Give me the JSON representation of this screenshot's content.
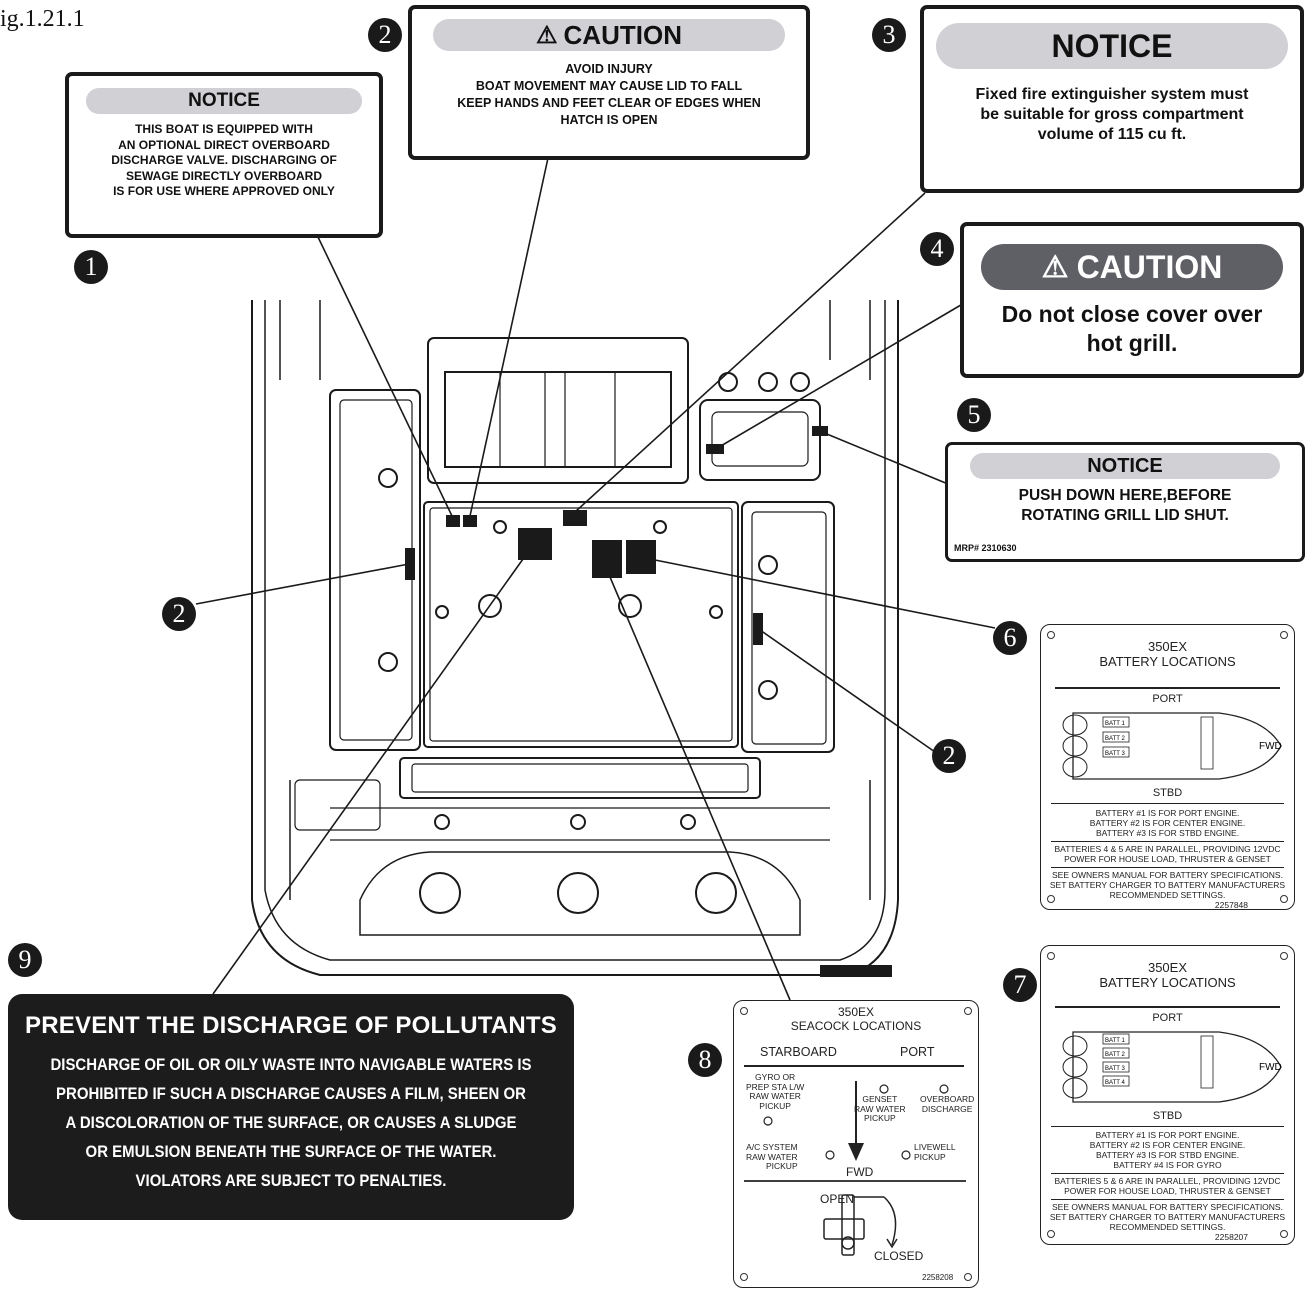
{
  "figure_label": "ig.1.21.1",
  "callouts": [
    "1",
    "2",
    "3",
    "4",
    "5",
    "6",
    "7",
    "8",
    "9",
    "2",
    "2"
  ],
  "decal1": {
    "header": "NOTICE",
    "body": "THIS BOAT IS EQUIPPED WITH\nAN OPTIONAL DIRECT OVERBOARD\nDISCHARGE VALVE. DISCHARGING OF\nSEWAGE DIRECTLY OVERBOARD\nIS FOR USE WHERE APPROVED ONLY"
  },
  "decal2": {
    "header": "CAUTION",
    "body": "AVOID INJURY\nBOAT MOVEMENT MAY CAUSE LID TO FALL\nKEEP HANDS AND FEET CLEAR OF EDGES WHEN\nHATCH IS OPEN"
  },
  "decal3": {
    "header": "NOTICE",
    "body": "Fixed fire extinguisher system must\nbe suitable for gross compartment\nvolume of 115 cu ft."
  },
  "decal4": {
    "header": "CAUTION",
    "body": "Do not close cover over\nhot grill."
  },
  "decal5": {
    "header": "NOTICE",
    "body": "PUSH DOWN HERE,BEFORE\nROTATING GRILL LID SHUT.",
    "part": "MRP# 2310630"
  },
  "decal9": {
    "title": "PREVENT THE DISCHARGE OF POLLUTANTS",
    "body": "DISCHARGE OF OIL OR OILY WASTE INTO NAVIGABLE WATERS IS\nPROHIBITED IF SUCH A DISCHARGE CAUSES A FILM, SHEEN OR\nA DISCOLORATION OF THE SURFACE, OR CAUSES A SLUDGE\nOR EMULSION BENEATH THE SURFACE OF THE WATER.\nVIOLATORS ARE SUBJECT TO PENALTIES."
  },
  "plate6": {
    "model": "350EX",
    "title": "BATTERY LOCATIONS",
    "port": "PORT",
    "stbd": "STBD",
    "fwd": "FWD",
    "batts": [
      "BATT 1",
      "BATT 2",
      "BATT 3"
    ],
    "lines1": "BATTERY #1 IS FOR PORT ENGINE.\nBATTERY #2 IS FOR CENTER ENGINE.\nBATTERY #3 IS FOR STBD ENGINE.",
    "lines2": "BATTERIES 4 & 5 ARE IN PARALLEL, PROVIDING 12VDC\nPOWER FOR HOUSE LOAD, THRUSTER & GENSET",
    "lines3": "SEE OWNERS MANUAL FOR BATTERY SPECIFICATIONS.\nSET BATTERY CHARGER TO BATTERY MANUFACTURERS\nRECOMMENDED SETTINGS.",
    "part": "2257848"
  },
  "plate7": {
    "model": "350EX",
    "title": "BATTERY LOCATIONS",
    "port": "PORT",
    "stbd": "STBD",
    "fwd": "FWD",
    "batts": [
      "BATT 1",
      "BATT 2",
      "BATT 3",
      "BATT 4"
    ],
    "lines1": "BATTERY #1 IS FOR PORT ENGINE.\nBATTERY #2 IS FOR CENTER ENGINE.\nBATTERY #3 IS FOR STBD ENGINE.\nBATTERY #4 IS FOR GYRO",
    "lines2": "BATTERIES 5 & 6 ARE IN PARALLEL, PROVIDING 12VDC\nPOWER FOR HOUSE LOAD, THRUSTER & GENSET",
    "lines3": "SEE OWNERS MANUAL FOR BATTERY SPECIFICATIONS.\nSET BATTERY CHARGER TO BATTERY MANUFACTURERS\nRECOMMENDED SETTINGS.",
    "part": "2258207"
  },
  "plate8": {
    "model": "350EX",
    "title": "SEACOCK LOCATIONS",
    "starboard": "STARBOARD",
    "port": "PORT",
    "gyro": "GYRO OR\nPREP STA L/W\nRAW WATER\nPICKUP",
    "genset": "GENSET\nRAW WATER\nPICKUP",
    "overboard": "OVERBOARD\nDISCHARGE",
    "ac": "A/C SYSTEM\nRAW WATER\nPICKUP",
    "livewell": "LIVEWELL\nPICKUP",
    "fwd": "FWD",
    "open": "OPEN",
    "closed": "CLOSED",
    "part": "2258208"
  },
  "colors": {
    "ink": "#1a1a1a",
    "pill_light": "#d0d0d5",
    "pill_dark": "#5f5f66"
  }
}
